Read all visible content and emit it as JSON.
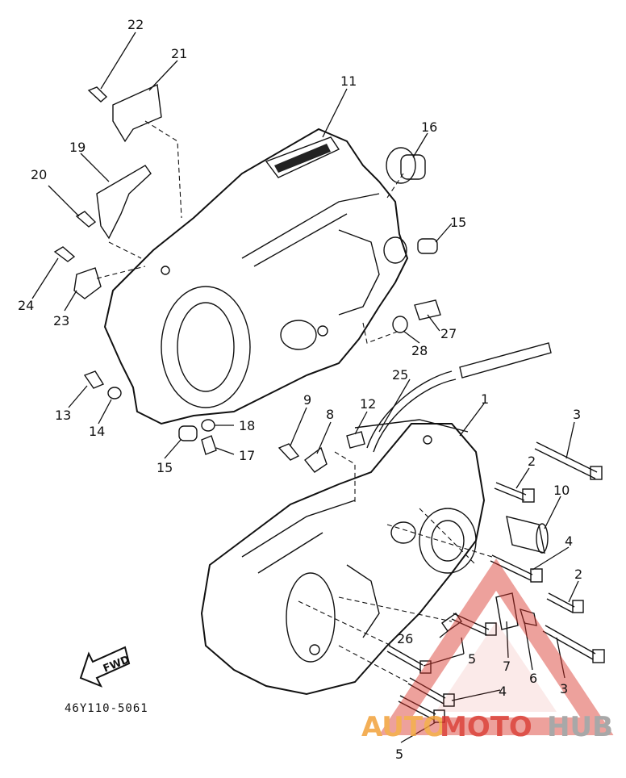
{
  "diagram": {
    "drawing_code": "46Y110-5061",
    "fwd_label": "FWD",
    "watermark": {
      "auto": "AUTO",
      "moto": "MOTO",
      "hub": "HUB"
    },
    "callouts": {
      "c1": "1",
      "c2a": "2",
      "c2b": "2",
      "c3a": "3",
      "c3b": "3",
      "c4a": "4",
      "c4b": "4",
      "c5a": "5",
      "c5b": "5",
      "c6": "6",
      "c7": "7",
      "c8": "8",
      "c9": "9",
      "c10": "10",
      "c11": "11",
      "c12": "12",
      "c13": "13",
      "c14": "14",
      "c15a": "15",
      "c15b": "15",
      "c16": "16",
      "c17": "17",
      "c18": "18",
      "c19": "19",
      "c20": "20",
      "c21": "21",
      "c22": "22",
      "c23": "23",
      "c24": "24",
      "c25": "25",
      "c26": "26",
      "c27": "27",
      "c28": "28"
    }
  },
  "colors": {
    "ink": "#111111",
    "watermark_red": "#d9342b",
    "watermark_orange": "#f2a23a",
    "watermark_gray": "#9a9a9a"
  }
}
